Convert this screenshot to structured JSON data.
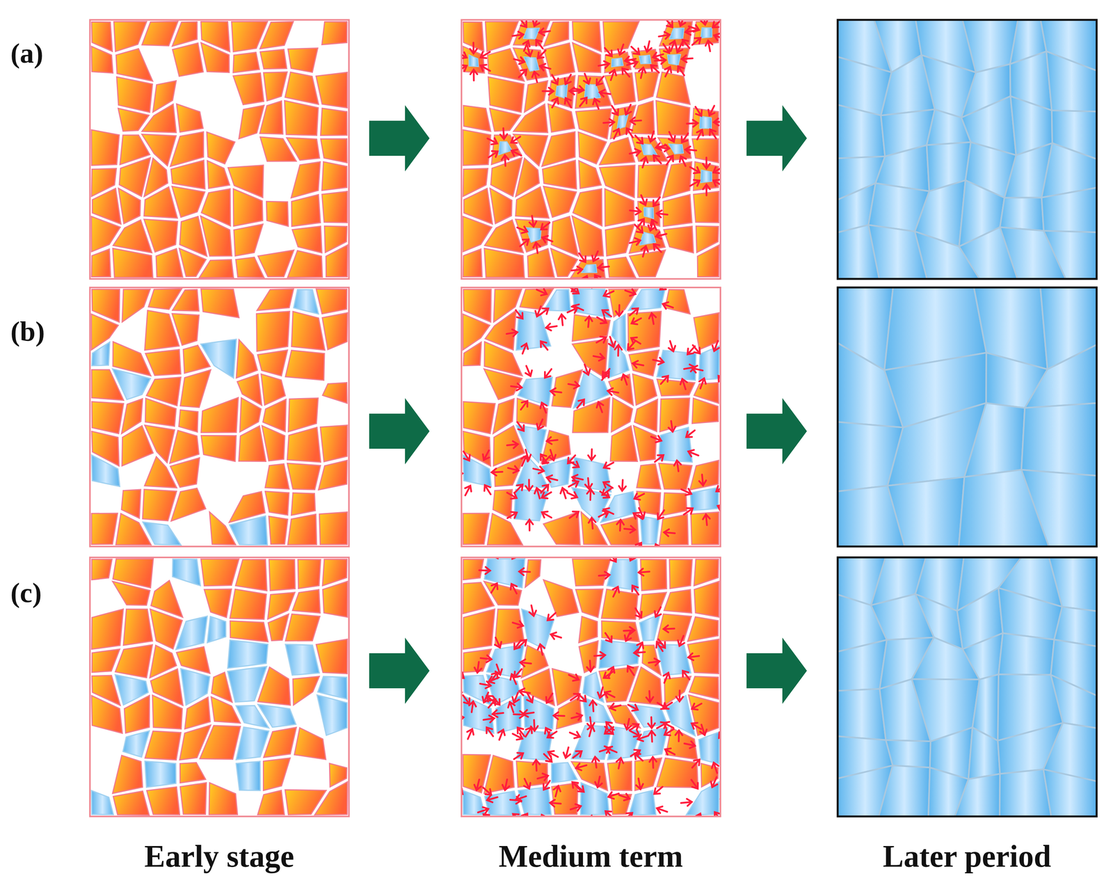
{
  "diagram": {
    "labels": [
      "(a)",
      "(b)",
      "(c)",
      "Early stage",
      "Medium term",
      "Later period"
    ]
  }
}
